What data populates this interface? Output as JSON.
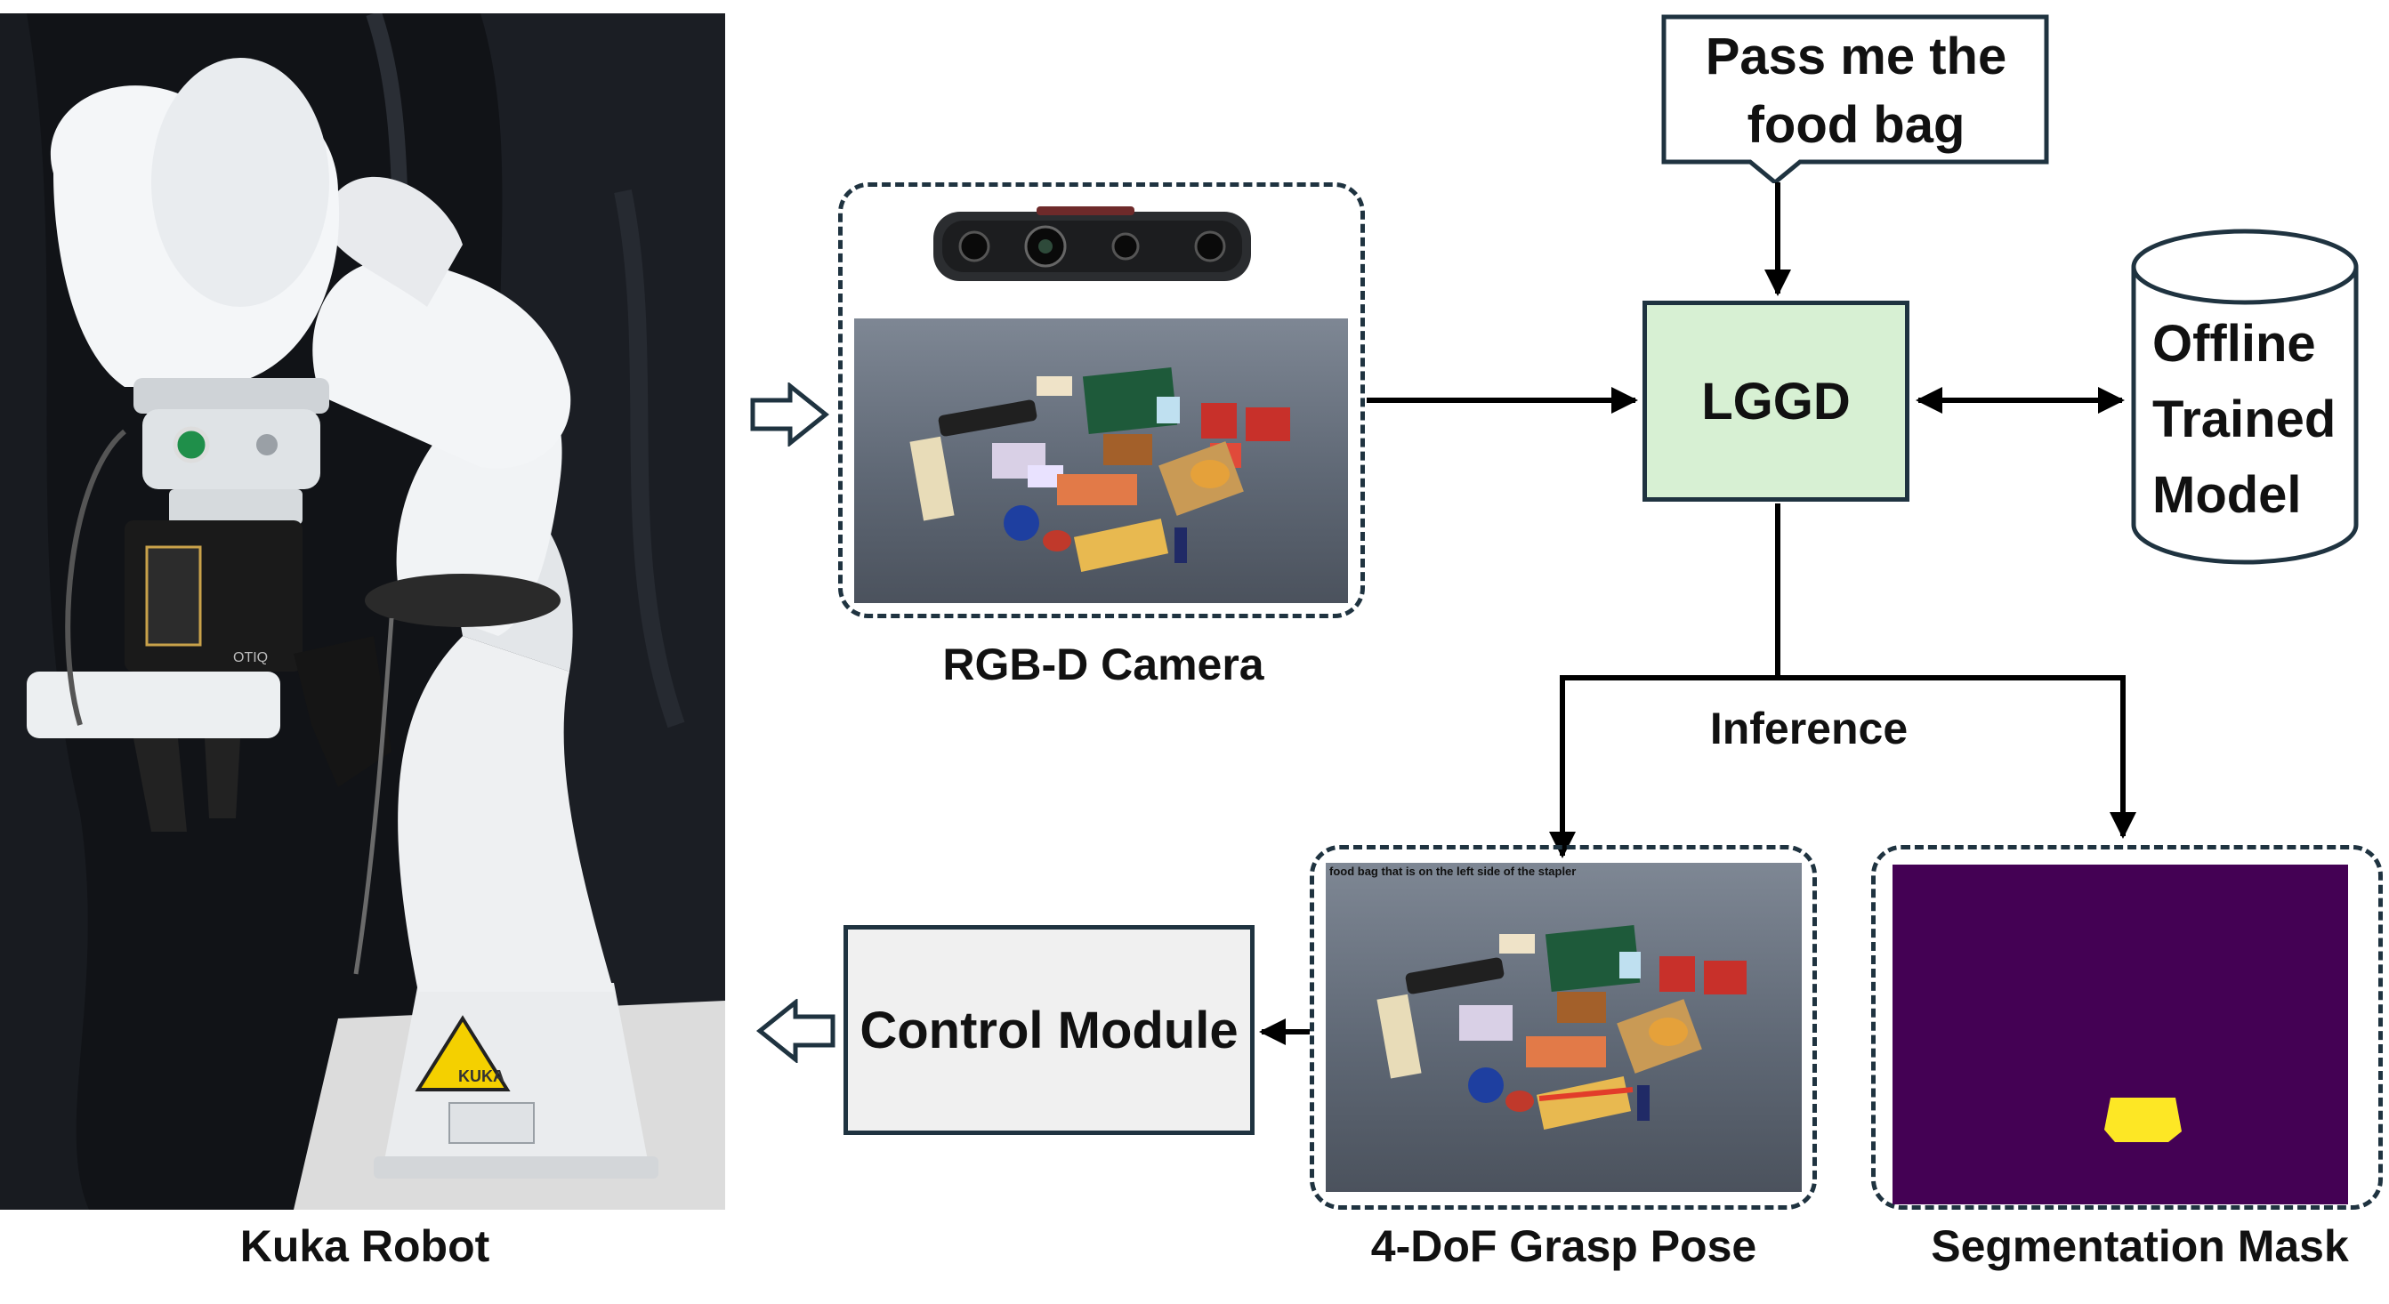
{
  "robot": {
    "caption": "Kuka Robot",
    "brand_text": "KUKA",
    "gripper_brand": "OTIQ"
  },
  "camera": {
    "caption": "RGB-D Camera"
  },
  "instruction": {
    "line1": "Pass me the",
    "line2": "food bag"
  },
  "lggd": {
    "label": "LGGD"
  },
  "offline_model": {
    "line1": "Offline",
    "line2": "Trained",
    "line3": "Model"
  },
  "inference": {
    "label": "Inference"
  },
  "grasp": {
    "caption": "4-DoF Grasp Pose",
    "overlay_text": "food bag that is on the left side of the stapler"
  },
  "segmentation": {
    "caption": "Segmentation Mask"
  },
  "control": {
    "label": "Control Module"
  },
  "colors": {
    "lggd_fill": "#d7f0d3",
    "control_fill": "#f0f0f0",
    "mask_background": "#440154",
    "mask_object": "#fde725",
    "border": "#1f3340"
  }
}
